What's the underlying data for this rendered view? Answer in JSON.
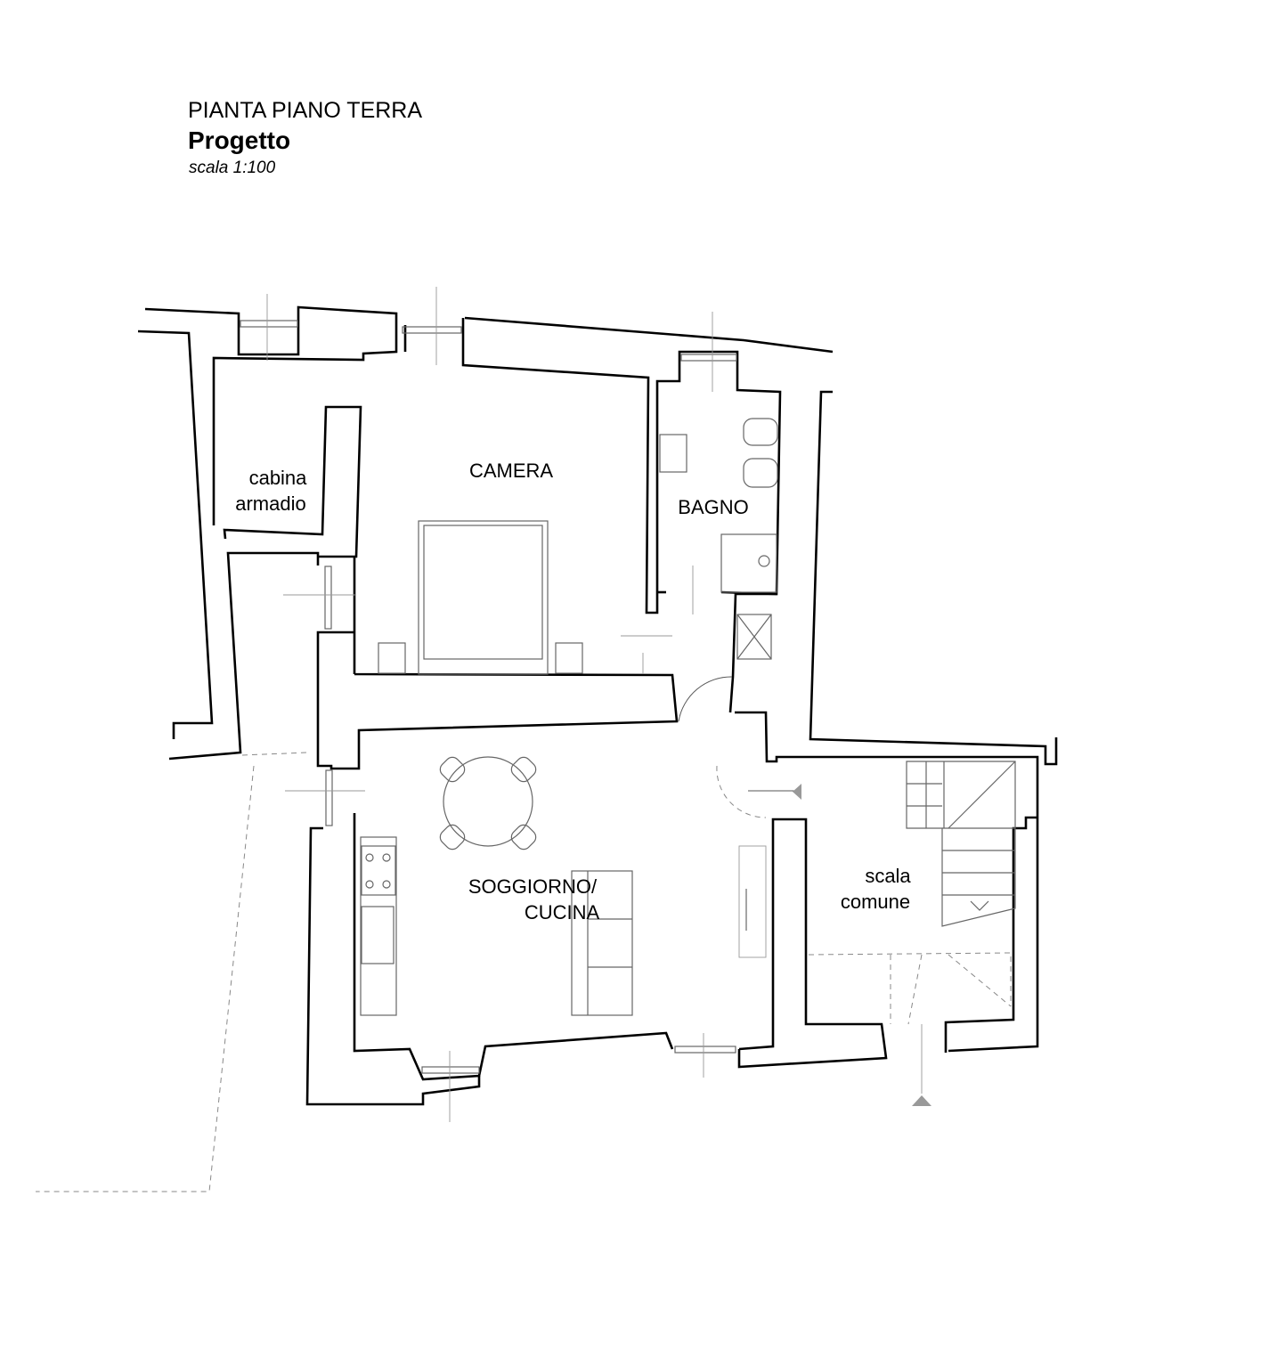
{
  "title": {
    "plan": "PIANTA PIANO TERRA",
    "subtitle": "Progetto",
    "scale": "scala 1:100"
  },
  "rooms": {
    "cabina_line1": "cabina",
    "cabina_line2": "armadio",
    "camera": "CAMERA",
    "bagno": "BAGNO",
    "soggiorno_line1": "SOGGIORNO/",
    "soggiorno_line2": "CUCINA",
    "scala_line1": "scala",
    "scala_line2": "comune"
  },
  "colors": {
    "line": "#000000",
    "fixture": "#666666",
    "marker": "#999999",
    "background": "#ffffff"
  }
}
